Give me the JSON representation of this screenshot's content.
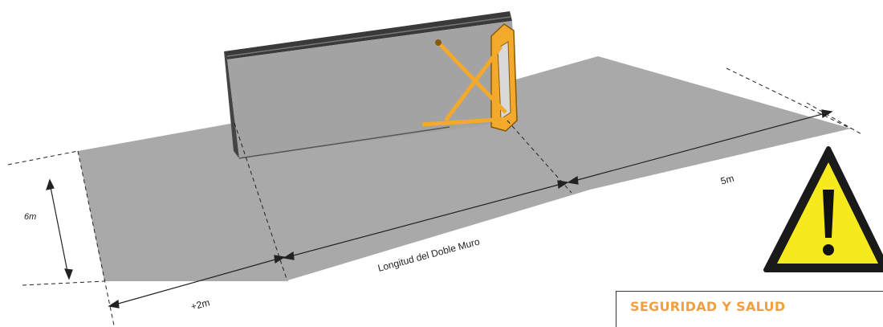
{
  "labels": {
    "height": "6m",
    "extra": "+2m",
    "length": "Longitud del Doble Muro",
    "clearance": "5m"
  },
  "footer": {
    "title": "SEGURIDAD Y SALUD"
  },
  "icons": {
    "warning": "warning-triangle-icon"
  },
  "colors": {
    "ground": "#a9a9a9",
    "wall": "#a3a3a3",
    "wall_top": "#3a3a3a",
    "brace": "#f2a92c",
    "brace_outline": "#8a5a08",
    "warning_fill": "#f7ea1c",
    "title": "#f0a043"
  }
}
